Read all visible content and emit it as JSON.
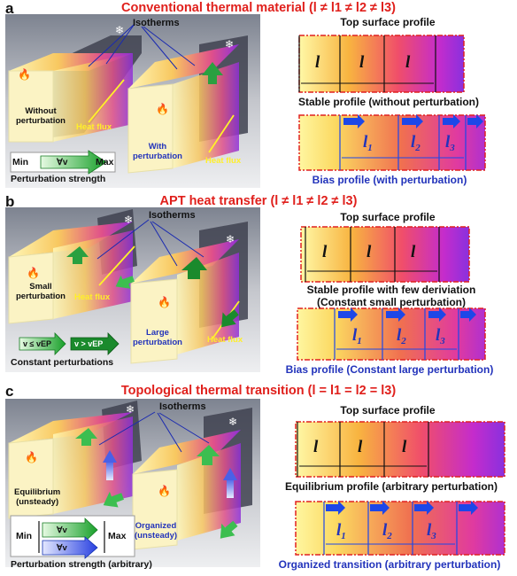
{
  "panels": [
    {
      "letter": "a",
      "title": "Conventional thermal material (l ≠ l1 ≠ l2 ≠ l3)",
      "isotherms": "Isotherms",
      "left_block": "Without\nperturbation",
      "right_block": "With\nperturbation",
      "heat_flux_1": "Heat flux",
      "heat_flux_2": "Heat flux",
      "legend_min": "Min",
      "legend_max": "Max",
      "legend_symbol": "∀v",
      "legend_caption": "Perturbation strength",
      "top_caption": "Top surface profile",
      "mid_caption": "Stable profile (without perturbation)",
      "bottom_caption": "Bias profile (with perturbation)",
      "top_labels": [
        "l",
        "l",
        "l"
      ],
      "bottom_labels": [
        "l1",
        "l2",
        "l3"
      ]
    },
    {
      "letter": "b",
      "title": "APT heat transfer (l ≠ l1 ≠ l2 ≠ l3)",
      "isotherms": "Isotherms",
      "left_block": "Small\nperturbation",
      "right_block": "Large\nperturbation",
      "heat_flux_1": "Heat flux",
      "heat_flux_2": "Heat flux",
      "legend_small": "v ≤ vEP",
      "legend_large": "v > vEP",
      "legend_caption": "Constant perturbations",
      "top_caption": "Top surface profile",
      "mid_caption": "Stable profile with few deriviation",
      "mid_caption_2": "(Constant small perturbation)",
      "bottom_caption": "Bias profile (Constant large perturbation)",
      "top_labels": [
        "l",
        "l",
        "l"
      ],
      "bottom_labels": [
        "l1",
        "l2",
        "l3"
      ]
    },
    {
      "letter": "c",
      "title": "Topological thermal transition (l = l1 = l2 = l3)",
      "isotherms": "Isotherms",
      "left_block": "Equilibrium\n(unsteady)",
      "right_block": "Organized\n(unsteady)",
      "legend_min": "Min",
      "legend_max": "Max",
      "legend_symbol": "∀v",
      "legend_caption": "Perturbation strength (arbitrary)",
      "top_caption": "Top surface profile",
      "mid_caption": "Equilibrium profile (arbitrary perturbation)",
      "bottom_caption": "Organized transition (arbitrary perturbation)",
      "top_labels": [
        "l",
        "l",
        "l"
      ],
      "bottom_labels": [
        "l1",
        "l2",
        "l3"
      ]
    }
  ],
  "colors": {
    "title_red": "#e0201c",
    "caption_blue": "#2233bb",
    "border_red": "#e02020",
    "arrow_blue": "#1d47e8",
    "heat_yellow": "#fff22a",
    "gradient": [
      "#fff7a0",
      "#f7b040",
      "#f04a6c",
      "#c02ad0",
      "#8a2ce0"
    ]
  }
}
